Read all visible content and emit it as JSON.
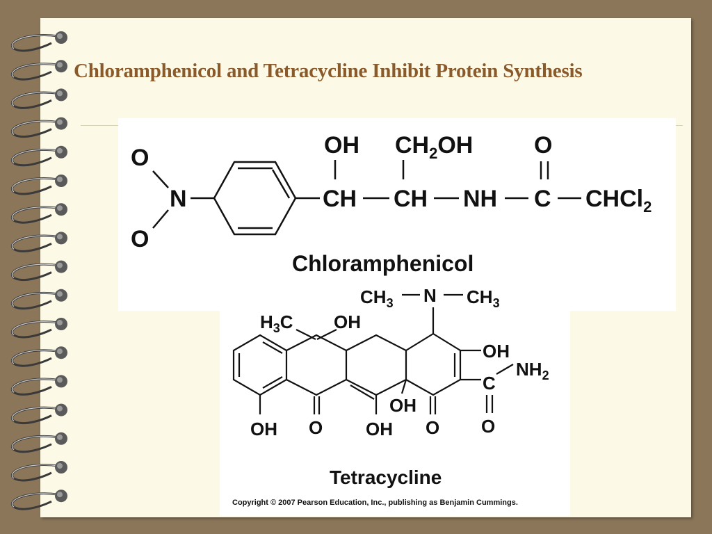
{
  "slide": {
    "title": "Chloramphenicol and Tetracycline Inhibit Protein Synthesis"
  },
  "chloramphenicol": {
    "name": "Chloramphenicol",
    "labels": {
      "o_top": "O",
      "n": "N",
      "o_bottom": "O",
      "oh": "OH",
      "ch2oh": "CH",
      "ch2oh_sub": "2",
      "ch2oh_end": "OH",
      "ch1": "CH",
      "ch2": "CH",
      "nh": "NH",
      "o_carbonyl": "O",
      "c": "C",
      "chcl2": "CHCl",
      "chcl2_sub": "2"
    }
  },
  "tetracycline": {
    "name": "Tetracycline",
    "labels": {
      "ch3_left": "CH",
      "ch3_left_sub": "3",
      "n": "N",
      "ch3_right": "CH",
      "ch3_right_sub": "3",
      "h3c": "H",
      "h3c_sub": "3",
      "h3c_end": "C",
      "oh_top": "OH",
      "oh_right": "OH",
      "nh2": "NH",
      "nh2_sub": "2",
      "c": "C",
      "o_amide": "O",
      "oh_mid": "OH",
      "oh_bottom_left": "OH",
      "o_bottom_1": "O",
      "oh_bottom_mid": "OH",
      "o_bottom_2": "O"
    },
    "copyright": "Copyright © 2007 Pearson Education, Inc., publishing as Benjamin Cummings."
  }
}
